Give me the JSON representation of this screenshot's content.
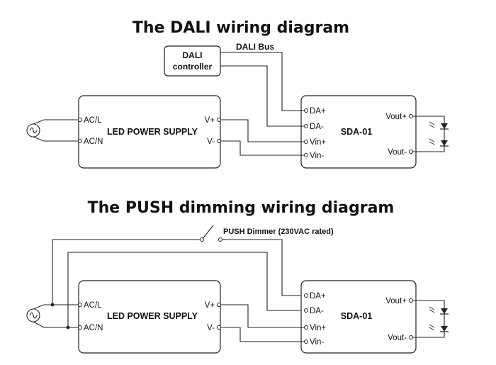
{
  "dali": {
    "title": "The DALI wiring diagram",
    "controller": {
      "line1": "DALI",
      "line2": "controller"
    },
    "bus_label": "DALI Bus",
    "psu": {
      "name": "LED POWER SUPPLY",
      "ac_l": "AC/L",
      "ac_n": "AC/N",
      "v_plus": "V+",
      "v_minus": "V-"
    },
    "dimmer": {
      "name": "SDA-01",
      "da_plus": "DA+",
      "da_minus": "DA-",
      "vin_plus": "Vin+",
      "vin_minus": "Vin-",
      "vout_plus": "Vout+",
      "vout_minus": "Vout-"
    }
  },
  "push": {
    "title": "The PUSH dimming wiring diagram",
    "switch_label": "PUSH Dimmer (230VAC rated)",
    "psu": {
      "name": "LED POWER SUPPLY",
      "ac_l": "AC/L",
      "ac_n": "AC/N",
      "v_plus": "V+",
      "v_minus": "V-"
    },
    "dimmer": {
      "name": "SDA-01",
      "da_plus": "DA+",
      "da_minus": "DA-",
      "vin_plus": "Vin+",
      "vin_minus": "Vin-",
      "vout_plus": "Vout+",
      "vout_minus": "Vout-"
    }
  }
}
